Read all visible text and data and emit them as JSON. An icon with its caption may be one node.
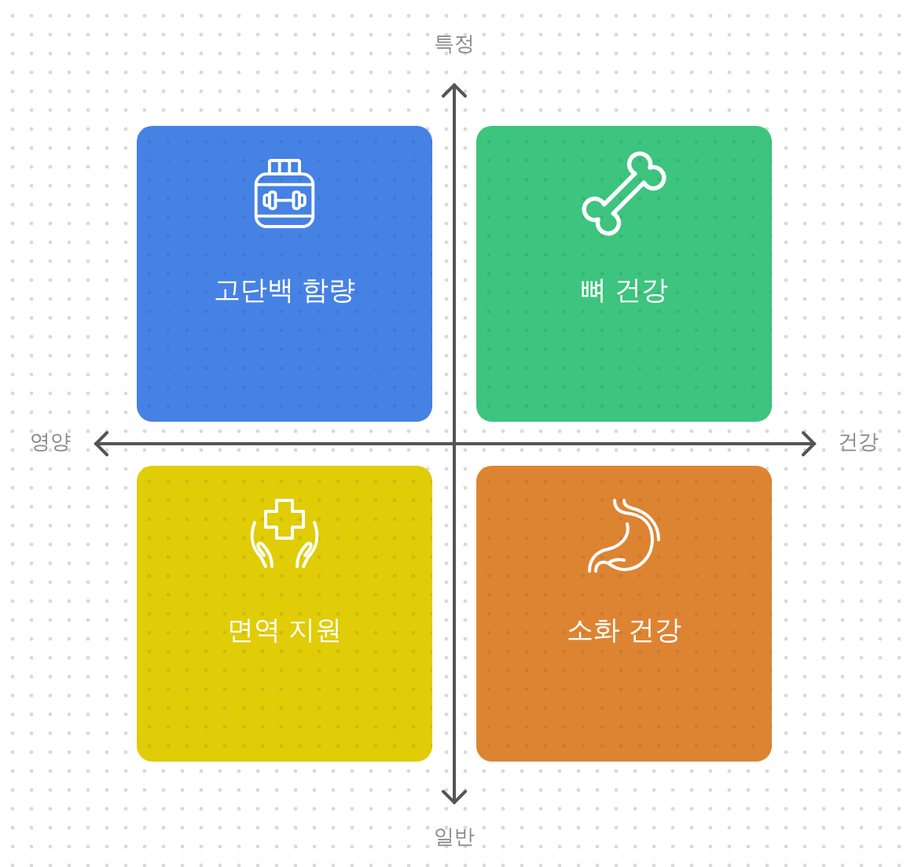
{
  "diagram": {
    "nodes": [
      {
        "text": [
          "고단백 함량"
        ]
      },
      {
        "text": [
          "뼈 건강"
        ]
      },
      {
        "text": [
          "면역 지원"
        ]
      },
      {
        "text": [
          "소화 건강"
        ]
      }
    ],
    "labels": [
      "특정",
      "영양",
      "건강",
      "일반"
    ]
  }
}
